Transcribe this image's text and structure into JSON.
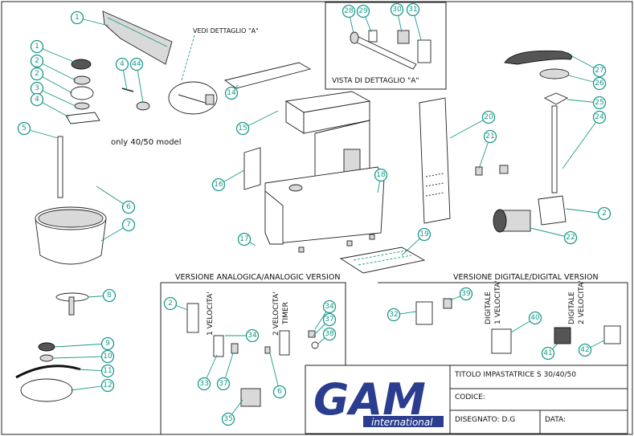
{
  "detail_a_caption": "VISTA DI DETTAGLIO \"A\"",
  "vedi_dettaglio": "VEDI DETTAGLIO \"A\"",
  "model_note": "only 40/50 model",
  "analog_title": "VERSIONE ANALOGICA/ANALOGIC VERSION",
  "digital_title": "VERSIONE DIGITALE/DIGITAL VERSION",
  "analog_labels": {
    "one_speed": "1 VELOCITA'",
    "two_speed": "2 VELOCITA'",
    "timer": "TIMER"
  },
  "digital_labels": {
    "one_speed_a": "DIGITALE",
    "one_speed_b": "1 VELOCITA'",
    "two_speed_a": "DIGITALE",
    "two_speed_b": "2 VELOCITA'"
  },
  "title_block": {
    "title": "TITOLO IMPASTATRICE S 30/40/50",
    "codice": "CODICE:",
    "disegnato": "DISEGNATO: D.G",
    "data": "DATA:"
  },
  "logo": {
    "text": "GAM",
    "sub": "international",
    "color": "#2a3d8f"
  },
  "callouts": [
    "1",
    "1",
    "2",
    "2",
    "3",
    "4",
    "4",
    "44",
    "5",
    "6",
    "7",
    "8",
    "9",
    "10",
    "11",
    "12",
    "14",
    "15",
    "16",
    "17",
    "18",
    "19",
    "20",
    "21",
    "22",
    "2",
    "24",
    "25",
    "26",
    "27",
    "28",
    "29",
    "30",
    "31",
    "2",
    "33",
    "34",
    "37",
    "6",
    "34",
    "37",
    "38",
    "35",
    "32",
    "39",
    "40",
    "41",
    "42"
  ]
}
